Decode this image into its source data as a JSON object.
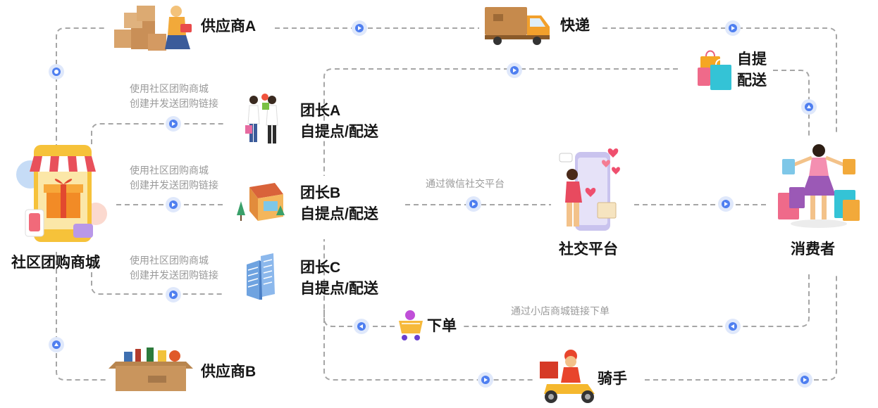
{
  "nodes": {
    "mall": "社区团购商城",
    "supplier_a": "供应商A",
    "supplier_b": "供应商B",
    "express": "快递",
    "self_pickup": [
      "自提",
      "配送"
    ],
    "leader_a": [
      "团长A",
      "自提点/配送"
    ],
    "leader_b": [
      "团长B",
      "自提点/配送"
    ],
    "leader_c": [
      "团长C",
      "自提点/配送"
    ],
    "social_platform": "社交平台",
    "consumer": "消费者",
    "order": "下单",
    "rider": "骑手"
  },
  "edge_labels": {
    "mall_to_leader_a": [
      "使用社区团购商城",
      "创建并发送团购链接"
    ],
    "mall_to_leader_b": [
      "使用社区团购商城",
      "创建并发送团购链接"
    ],
    "mall_to_leader_c": [
      "使用社区团购商城",
      "创建并发送团购链接"
    ],
    "leader_to_platform": "通过微信社交平台",
    "consumer_order": "通过小店商城链接下单"
  },
  "colors": {
    "connector_line": "#a6a6a6",
    "arrow_dot": "#4f7ff0",
    "arrow_halo": "#dfe8fb"
  },
  "icons": {
    "mall": "storefront-phone-gift-icon",
    "supplier_a": "boxes-woman-laptop-icon",
    "supplier_b": "grocery-box-icon",
    "express": "delivery-truck-icon",
    "self_pickup": "shopping-bags-icon",
    "leader_a": "people-shopping-icon",
    "leader_b": "small-shop-icon",
    "leader_c": "office-buildings-icon",
    "social_platform": "phone-hearts-woman-icon",
    "consumer": "woman-shopping-bags-icon",
    "order": "shopping-cart-icon",
    "rider": "scooter-rider-icon"
  }
}
